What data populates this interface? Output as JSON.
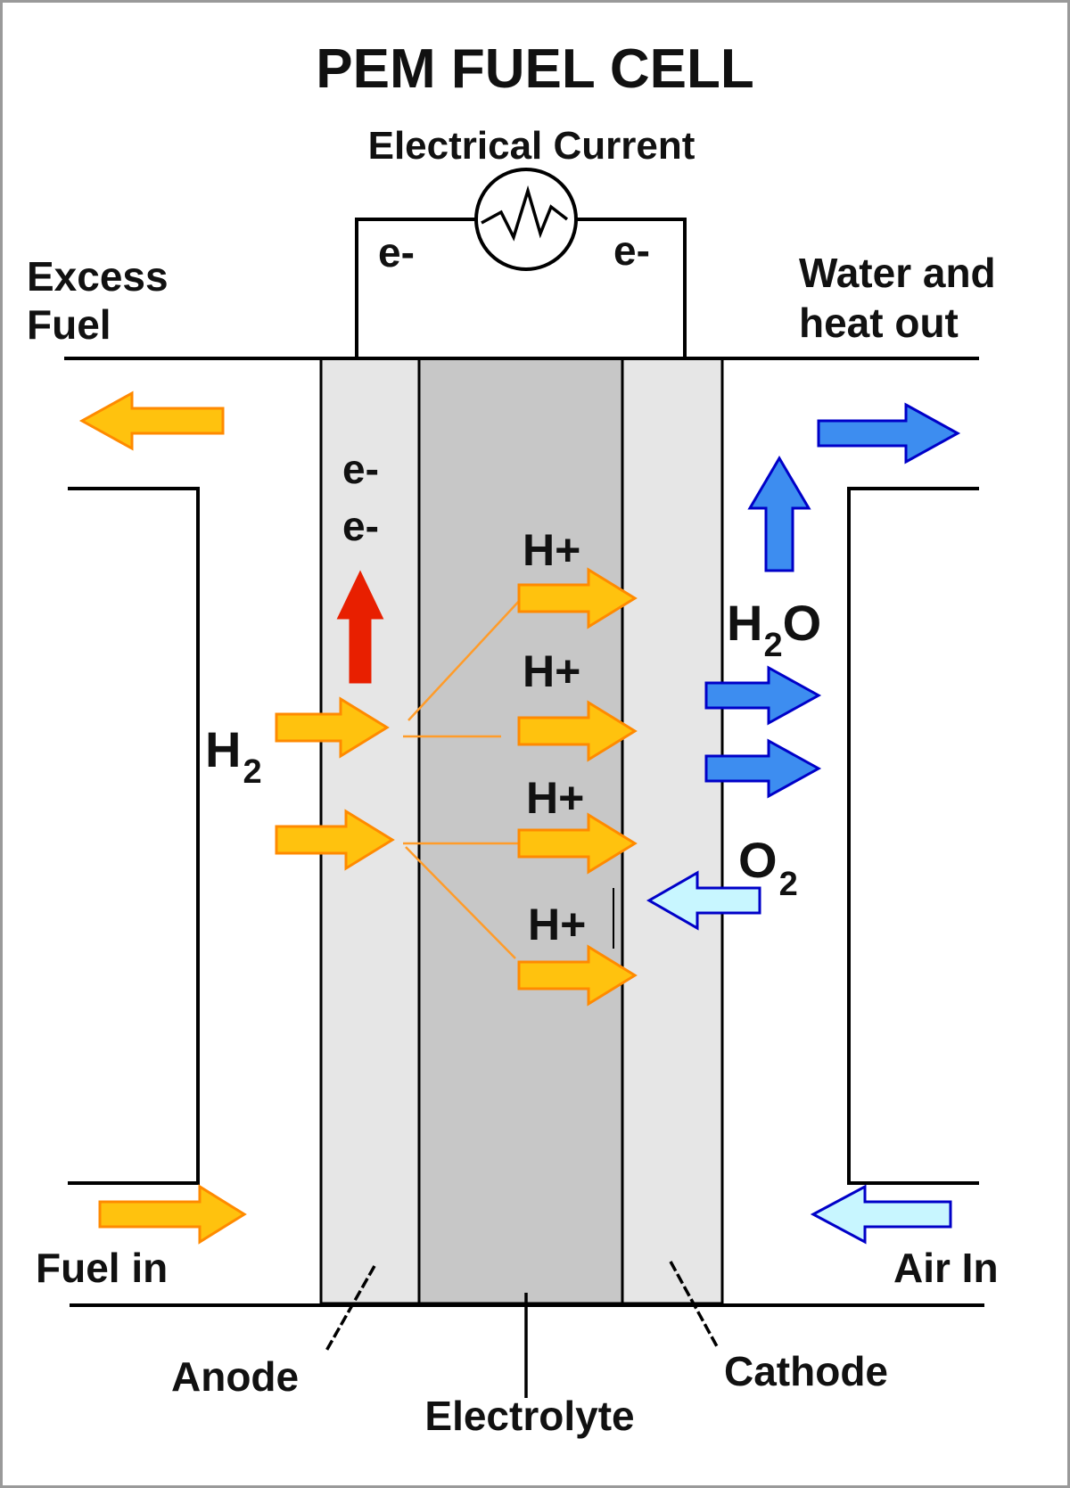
{
  "title": "PEM FUEL CELL",
  "electrical_current": "Electrical Current",
  "excess_fuel": [
    "Excess",
    "Fuel"
  ],
  "water_heat_out": [
    "Water and",
    "heat out"
  ],
  "fuel_in": "Fuel in",
  "air_in": "Air In",
  "anode": "Anode",
  "electrolyte": "Electrolyte",
  "cathode": "Cathode",
  "electron": "e-",
  "proton": "H+",
  "h2": {
    "base": "H",
    "sub": "2"
  },
  "o2": {
    "base": "O",
    "sub": "2"
  },
  "h2o": {
    "pre": "H",
    "sub": "2",
    "post": "O"
  },
  "colors": {
    "fuel_arrow": "#ffc20e",
    "fuel_arrow_edge": "#ff8a00",
    "electron_arrow": "#e81f00",
    "water_arrow": "#3d8df0",
    "water_arrow_edge": "#0000c8",
    "air_arrow": "#c8f6ff",
    "anode_fill": "#e6e6e6",
    "electrolyte_fill": "#c7c7c7"
  }
}
